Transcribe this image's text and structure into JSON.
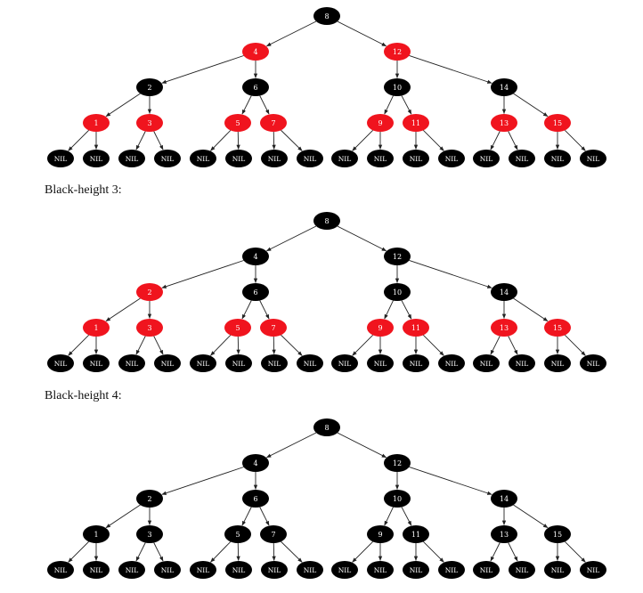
{
  "captions": [
    "Black-height 3:",
    "Black-height 4:"
  ],
  "colors": {
    "red": "#f0141e",
    "black": "#000000",
    "edge": "#222222",
    "label": "#ffffff"
  },
  "trees": [
    {
      "nodes": [
        {
          "label": "8",
          "color": "black"
        },
        {
          "label": "4",
          "color": "red"
        },
        {
          "label": "12",
          "color": "red"
        },
        {
          "label": "2",
          "color": "black"
        },
        {
          "label": "6",
          "color": "black"
        },
        {
          "label": "10",
          "color": "black"
        },
        {
          "label": "14",
          "color": "black"
        },
        {
          "label": "1",
          "color": "red"
        },
        {
          "label": "3",
          "color": "red"
        },
        {
          "label": "5",
          "color": "red"
        },
        {
          "label": "7",
          "color": "red"
        },
        {
          "label": "9",
          "color": "red"
        },
        {
          "label": "11",
          "color": "red"
        },
        {
          "label": "13",
          "color": "red"
        },
        {
          "label": "15",
          "color": "red"
        }
      ],
      "leaf_label": "NIL"
    },
    {
      "nodes": [
        {
          "label": "8",
          "color": "black"
        },
        {
          "label": "4",
          "color": "black"
        },
        {
          "label": "12",
          "color": "black"
        },
        {
          "label": "2",
          "color": "red"
        },
        {
          "label": "6",
          "color": "black"
        },
        {
          "label": "10",
          "color": "black"
        },
        {
          "label": "14",
          "color": "black"
        },
        {
          "label": "1",
          "color": "red"
        },
        {
          "label": "3",
          "color": "red"
        },
        {
          "label": "5",
          "color": "red"
        },
        {
          "label": "7",
          "color": "red"
        },
        {
          "label": "9",
          "color": "red"
        },
        {
          "label": "11",
          "color": "red"
        },
        {
          "label": "13",
          "color": "red"
        },
        {
          "label": "15",
          "color": "red"
        }
      ],
      "leaf_label": "NIL"
    },
    {
      "nodes": [
        {
          "label": "8",
          "color": "black"
        },
        {
          "label": "4",
          "color": "black"
        },
        {
          "label": "12",
          "color": "black"
        },
        {
          "label": "2",
          "color": "black"
        },
        {
          "label": "6",
          "color": "black"
        },
        {
          "label": "10",
          "color": "black"
        },
        {
          "label": "14",
          "color": "black"
        },
        {
          "label": "1",
          "color": "black"
        },
        {
          "label": "3",
          "color": "black"
        },
        {
          "label": "5",
          "color": "black"
        },
        {
          "label": "7",
          "color": "black"
        },
        {
          "label": "9",
          "color": "black"
        },
        {
          "label": "11",
          "color": "black"
        },
        {
          "label": "13",
          "color": "black"
        },
        {
          "label": "15",
          "color": "black"
        }
      ],
      "leaf_label": "NIL"
    }
  ]
}
